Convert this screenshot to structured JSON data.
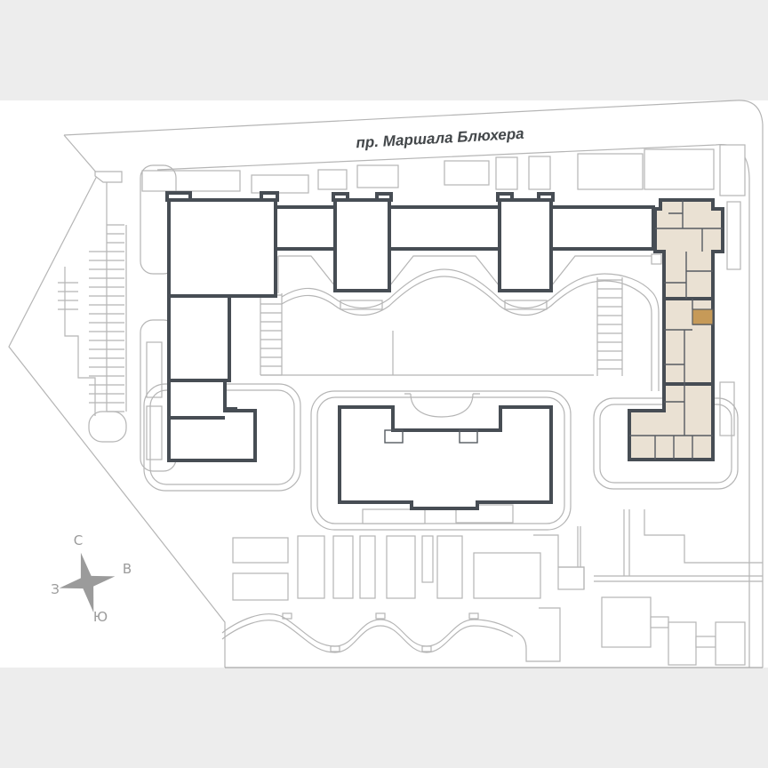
{
  "plan": {
    "street_label": "пр. Маршала Блюхера",
    "description": "site plan of residential complex with highlighted building section and selected apartment unit"
  },
  "compass": {
    "north": "С",
    "east": "В",
    "west": "З",
    "south": "Ю"
  },
  "colors": {
    "background_panel": "#ededed",
    "plan_bg": "#ffffff",
    "line_light": "#b5b5b5",
    "building_outline": "#474d54",
    "building_fill": "#ffffff",
    "section_fill": "#eae1d3",
    "unit_line": "#565b61",
    "selected_unit": "#c69a58",
    "street_text": "#43474a",
    "compass": "#9b9b9b"
  }
}
